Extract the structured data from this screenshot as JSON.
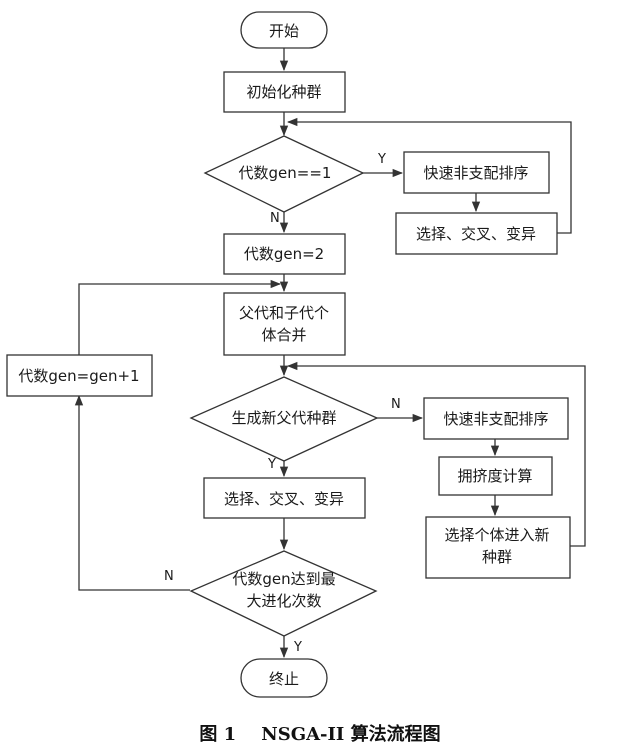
{
  "nodes": {
    "start": "开始",
    "init": "初始化种群",
    "check_gen1": "代数gen==1",
    "sort1": "快速非支配排序",
    "select1": "选择、交叉、变异",
    "gen2": "代数gen=2",
    "merge_line1": "父代和子代个",
    "merge_line2": "体合并",
    "gen_inc": "代数gen=gen+1",
    "new_parent": "生成新父代种群",
    "sort2": "快速非支配排序",
    "crowding": "拥挤度计算",
    "select_new_line1": "选择个体进入新",
    "select_new_line2": "种群",
    "select2": "选择、交叉、变异",
    "max_gen_line1": "代数gen达到最",
    "max_gen_line2": "大进化次数",
    "end": "终止"
  },
  "edge_labels": {
    "gen1_yes": "Y",
    "gen1_no": "N",
    "new_parent_no": "N",
    "new_parent_yes": "Y",
    "max_no": "N",
    "max_yes": "Y"
  },
  "caption": {
    "figure": "图 1",
    "text": "NSGA-II 算法流程图"
  }
}
